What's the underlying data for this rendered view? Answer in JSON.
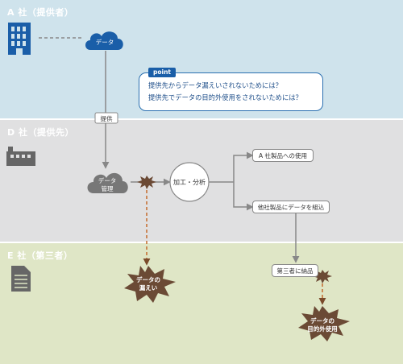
{
  "bands": {
    "a_title": "A 社（提供者）",
    "d_title": "D 社（提供先）",
    "e_title": "E 社（第三者）"
  },
  "nodes": {
    "cloud_a": "データ",
    "cloud_d_line1": "データ",
    "cloud_d_line2": "管理",
    "process": "加工・分析",
    "edge_provide": "提供",
    "box_a_product": "A 社製品への使用",
    "box_other_product": "他社製品にデータを組込",
    "box_delivery": "第三者に納品"
  },
  "callout": {
    "tag": "point",
    "line1": "提供先からデータ漏えいされないためには？",
    "line2": "提供先でデータの目的外使用をされないためには？"
  },
  "risks": {
    "leak_line1": "データの",
    "leak_line2": "漏えい",
    "misuse_line1": "データの",
    "misuse_line2": "目的外使用"
  },
  "colors": {
    "band_a": "#cfe3ec",
    "band_d": "#e0e0e1",
    "band_e": "#dfe6c6",
    "brand_blue": "#1a5ea8",
    "arrow_gray": "#888888",
    "burst_brown": "#6b4a35",
    "dashed_orange": "#c46a2c"
  }
}
